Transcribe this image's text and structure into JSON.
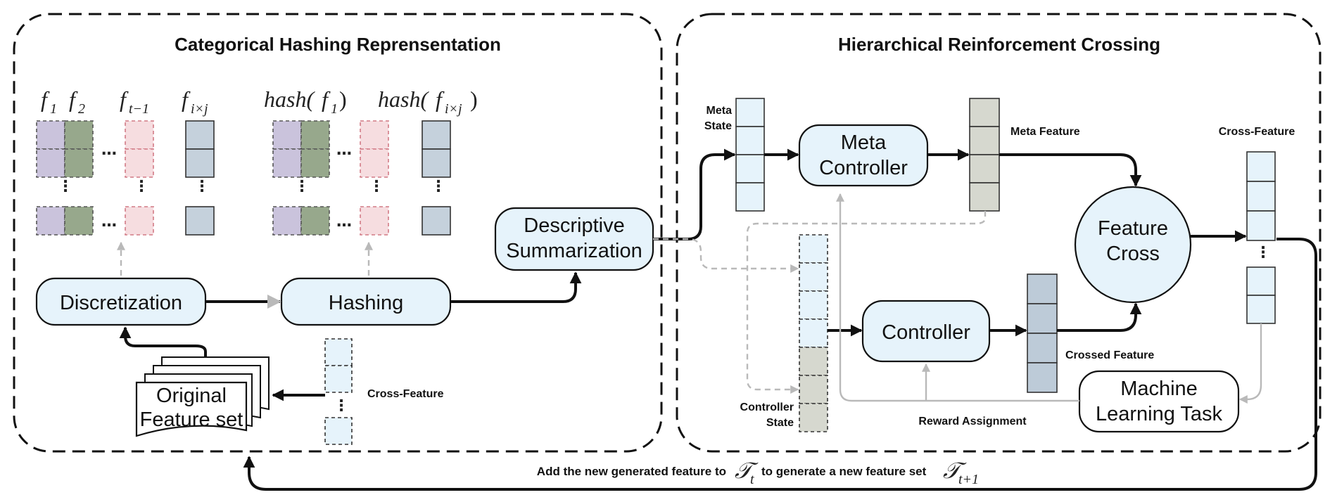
{
  "panels": {
    "left_title": "Categorical Hashing Reprensentation",
    "right_title": "Hierarchical Reinforcement Crossing"
  },
  "math": {
    "f": "f",
    "sub1": "1",
    "sub2": "2",
    "sub_t1": "t−1",
    "sub_ixj": "i×j",
    "hash_open": "hash(",
    "close": ")",
    "T": "𝒯",
    "sub_t": "t",
    "sub_t_plus_1": "t+1"
  },
  "nodes": {
    "discretization": "Discretization",
    "hashing": "Hashing",
    "descriptive_line1": "Descriptive",
    "descriptive_line2": "Summarization",
    "original_line1": "Original",
    "original_line2": "Feature set",
    "meta_line1": "Meta",
    "meta_line2": "Controller",
    "controller": "Controller",
    "feature_cross_line1": "Feature",
    "feature_cross_line2": "Cross",
    "ml_line1": "Machine",
    "ml_line2": "Learning Task"
  },
  "labels": {
    "cross_feature_left": "Cross-Feature",
    "meta_state_line1": "Meta",
    "meta_state_line2": "State",
    "meta_feature": "Meta Feature",
    "cross_feature_right": "Cross-Feature",
    "crossed_feature": "Crossed Feature",
    "controller_state_line1": "Controller",
    "controller_state_line2": "State",
    "reward_assignment": "Reward Assignment"
  },
  "caption": {
    "part1": "Add the new generated feature to",
    "part2": "to generate a new feature set"
  },
  "colors": {
    "node_fill": "#e6f3fb",
    "purple": "#cac3dc",
    "green": "#97a88c",
    "pink": "#f6dde0",
    "steel": "#c5d1dc",
    "khaki": "#d6d8cf",
    "blue_gray": "#bdcbd8"
  }
}
